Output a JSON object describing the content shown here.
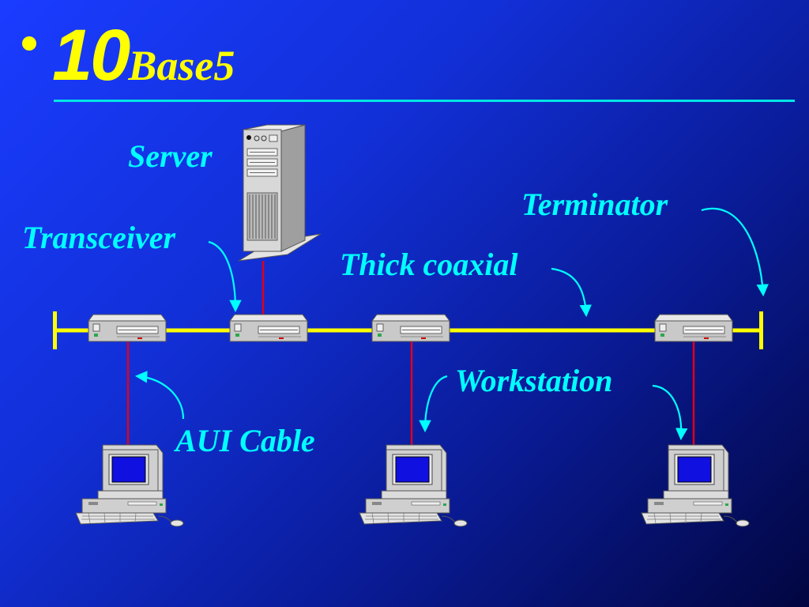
{
  "slide": {
    "title_main": "10",
    "title_sub": "Base5"
  },
  "labels": {
    "server": "Server",
    "transceiver": "Transceiver",
    "thick_coaxial": "Thick coaxial",
    "terminator": "Terminator",
    "workstation": "Workstation",
    "aui_cable": "AUI Cable"
  },
  "colors": {
    "title": "#ffff00",
    "labels": "#00ffff",
    "rule": "#00e6e6",
    "coax": "#ffff00",
    "aui_cable": "#e0001a",
    "arrow": "#00ffff"
  },
  "icons": [
    "server-tower-icon",
    "transceiver-icon",
    "workstation-pc-icon",
    "terminator-icon"
  ]
}
